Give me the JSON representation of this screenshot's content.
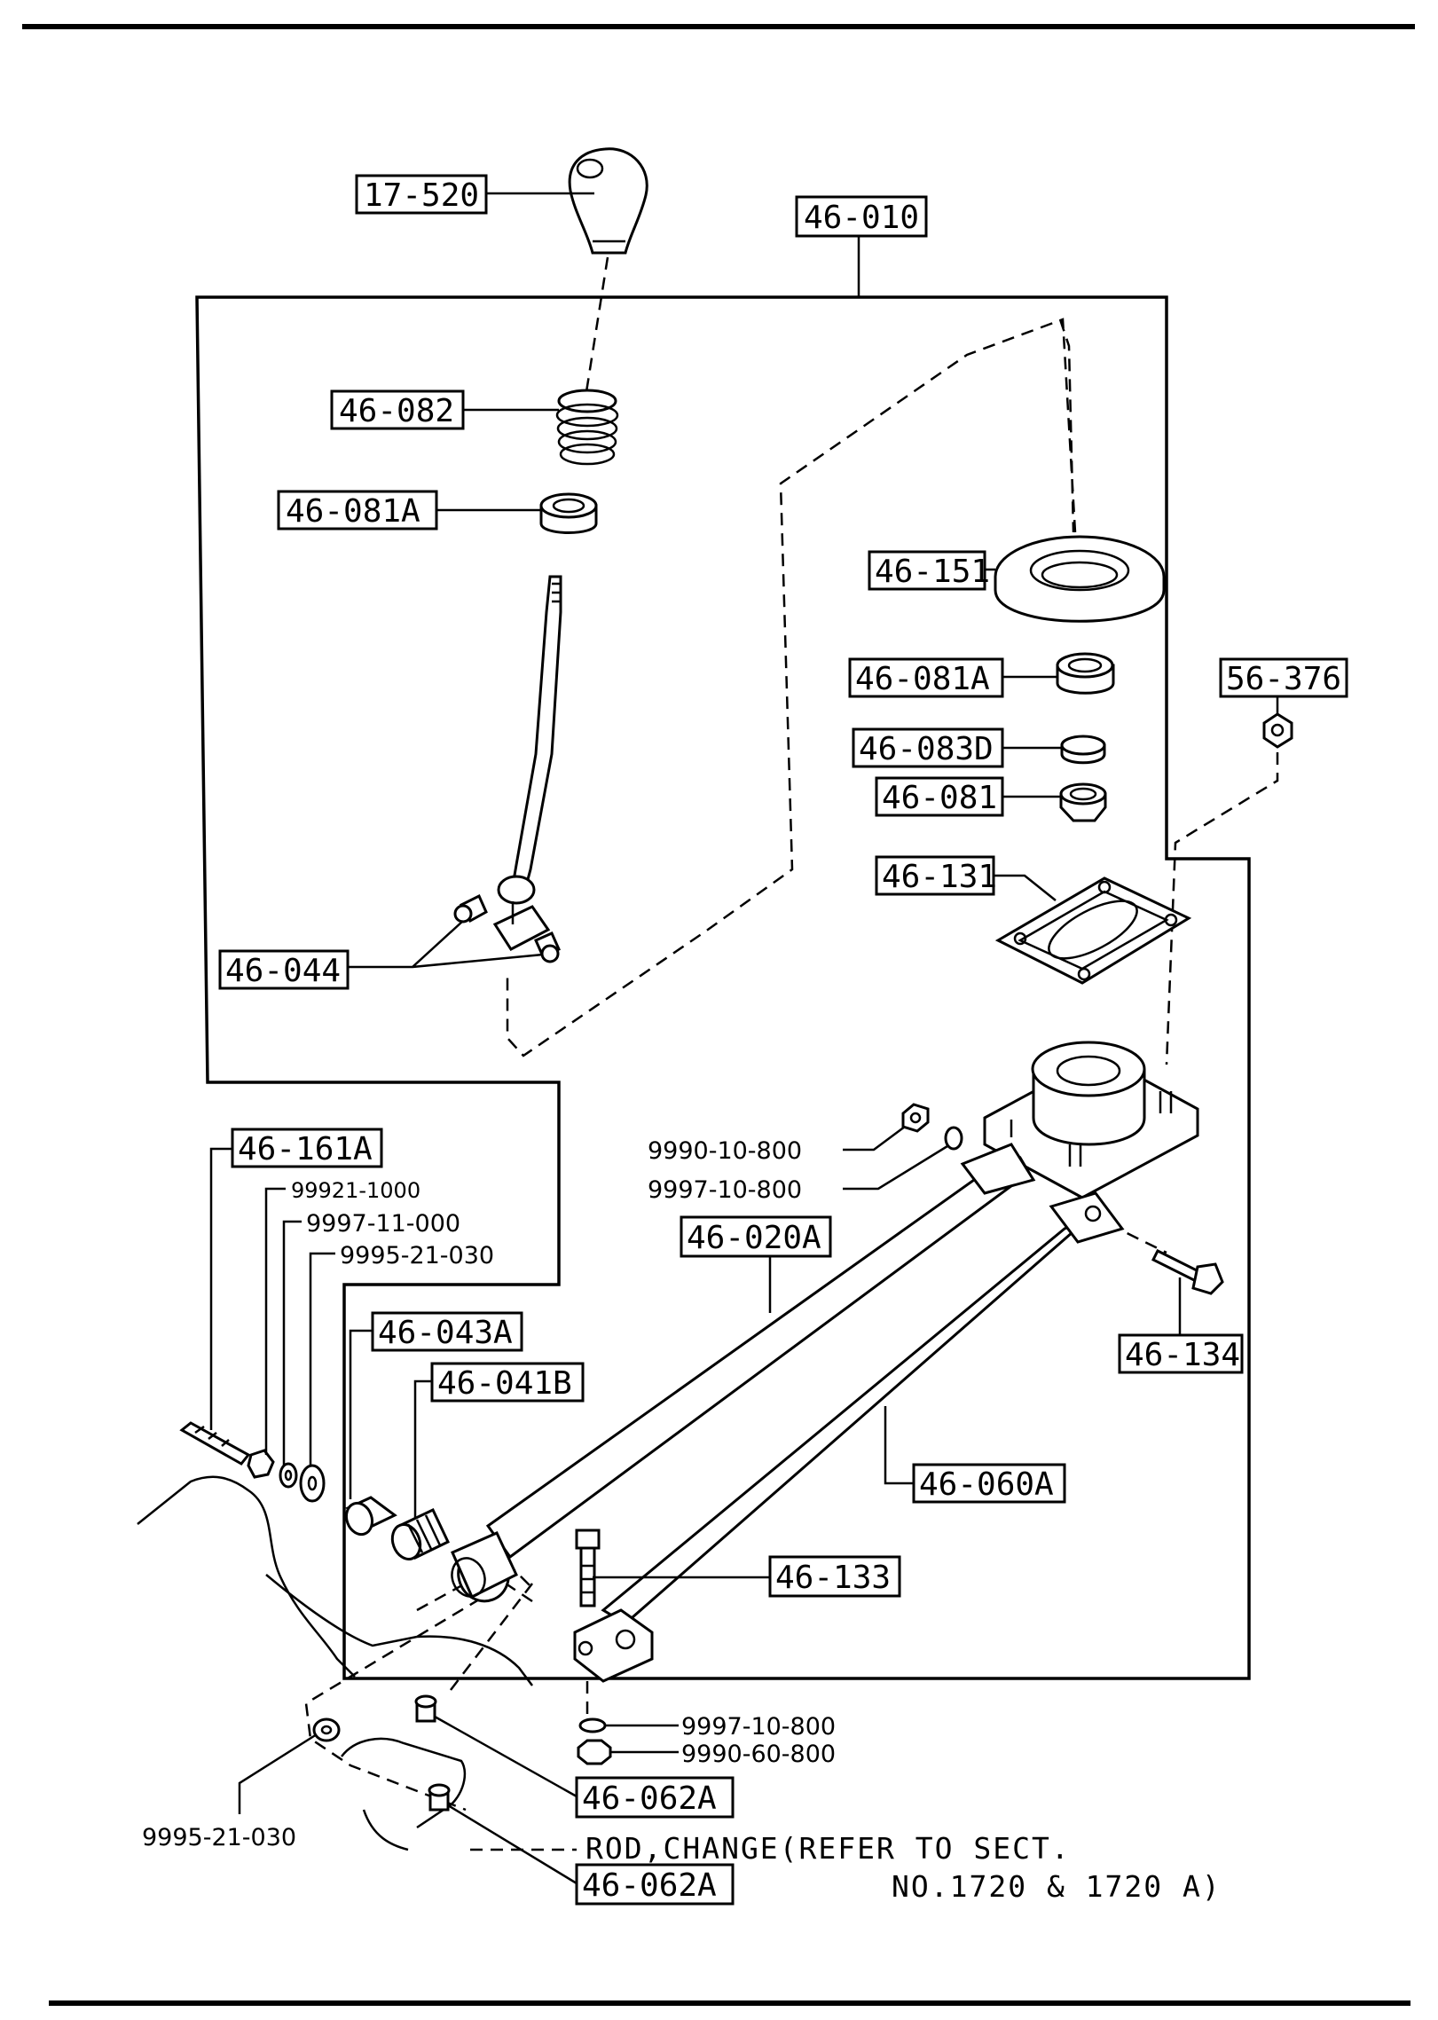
{
  "callouts": {
    "knob": "17-520",
    "shift_lever_assy": "46-010",
    "spring": "46-082",
    "bushing_upper": "46-081A",
    "seat_boot": "46-151",
    "bushing_right": "46-081A",
    "bushing_d": "46-083D",
    "bushing": "46-081",
    "gasket": "46-131",
    "nut_right": "56-376",
    "pins": "46-044",
    "bolt_set": "46-161A",
    "rod_change": "46-020A",
    "bush_043": "46-043A",
    "bush_041": "46-041B",
    "bolt_134": "46-134",
    "extension_bar": "46-060A",
    "bolt_133": "46-133",
    "pin_upper": "46-062A",
    "pin_lower": "46-062A"
  },
  "numbers": {
    "washer_1": "99921-1000",
    "washer_2": "9997-11-000",
    "washer_3": "9995-21-030",
    "nut_top": "9990-10-800",
    "washer_top": "9997-10-800",
    "washer_bottom": "9997-10-800",
    "nut_bottom": "9990-60-800",
    "washer_left": "9995-21-030"
  },
  "note": {
    "line1": "ROD,CHANGE(REFER TO SECT.",
    "line2": "NO.1720 & 1720 A)"
  },
  "icons": [
    "shift-knob-icon",
    "spring-icon",
    "bushing-icon",
    "shift-lever-icon",
    "boot-seat-icon",
    "gasket-icon",
    "nut-icon",
    "bolt-icon",
    "washer-icon",
    "shift-rod-icon",
    "extension-bar-icon",
    "bracket-icon",
    "housing-icon"
  ]
}
